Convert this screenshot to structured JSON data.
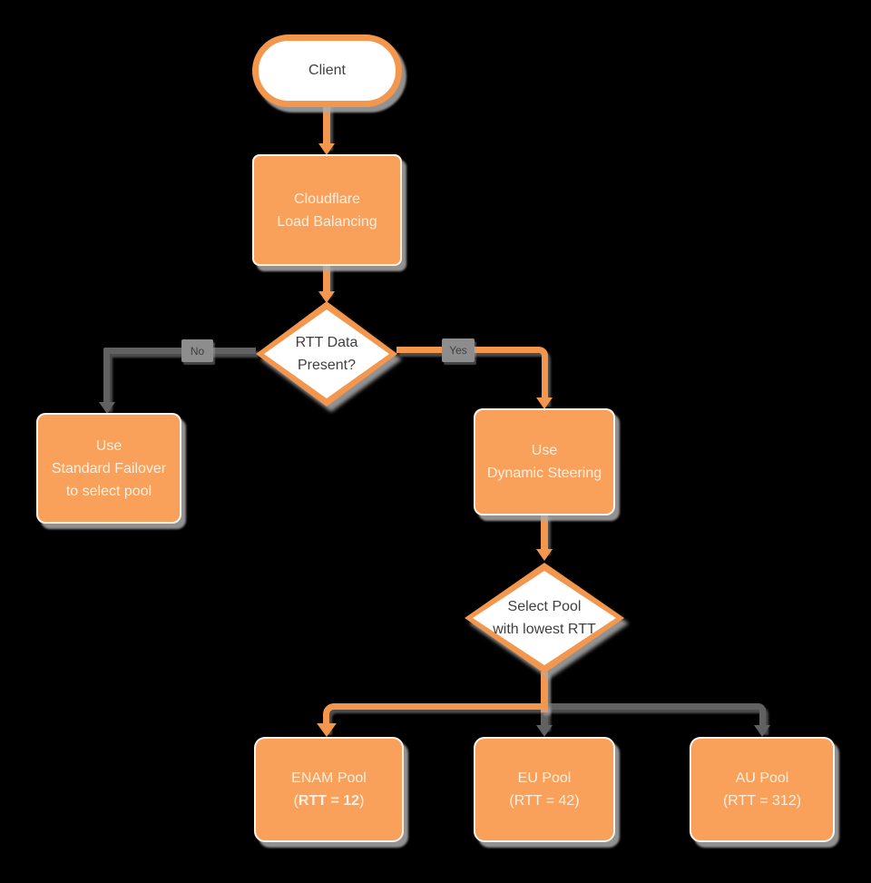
{
  "diagram": {
    "type": "flowchart",
    "colors": {
      "background": "#000000",
      "node_fill": "#F9A15B",
      "node_border": "#F3964E",
      "text_on_orange": "#FCEFE1",
      "text_dark": "#3F3F3F",
      "gray_line": "#616161",
      "shadow": "#ABABAB",
      "label_chip_bg": "#8D8D8D",
      "label_chip_text": "#3F3F3F"
    },
    "nodes": {
      "client": {
        "shape": "terminator",
        "label": "Client"
      },
      "cloudflare_lb": {
        "shape": "process",
        "line1": "Cloudflare",
        "line2": "Load Balancing"
      },
      "rtt_decision": {
        "shape": "decision",
        "line1": "RTT Data",
        "line2": "Present?"
      },
      "standard_failover": {
        "shape": "process",
        "line1": "Use",
        "line2": "Standard Failover",
        "line3": "to select pool"
      },
      "dynamic_steering": {
        "shape": "process",
        "line1": "Use",
        "line2": "Dynamic Steering"
      },
      "select_pool": {
        "shape": "decision",
        "line1": "Select Pool",
        "line2": "with lowest RTT"
      },
      "enam_pool": {
        "shape": "process",
        "line1": "ENAM Pool",
        "rtt_open": "(",
        "rtt_value": "RTT = 12",
        "rtt_close": ")"
      },
      "eu_pool": {
        "shape": "process",
        "line1": "EU Pool",
        "line2": "(RTT = 42)"
      },
      "au_pool": {
        "shape": "process",
        "line1": "AU Pool",
        "line2": "(RTT = 312)"
      }
    },
    "edges": {
      "no_label": "No",
      "yes_label": "Yes"
    }
  }
}
